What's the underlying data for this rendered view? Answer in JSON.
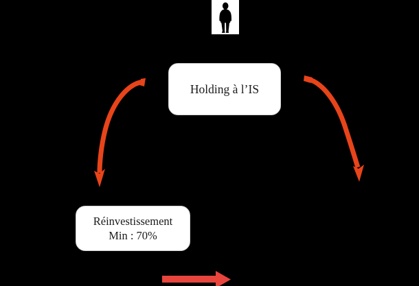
{
  "diagram": {
    "background_color": "#000000",
    "title": "",
    "nodes": [
      {
        "id": "shareholder",
        "type": "person-silhouette-icon",
        "label": "",
        "icon": "person-icon",
        "plate_color": "#ffffff",
        "figure_color": "#000000"
      },
      {
        "id": "holding",
        "type": "rounded-box",
        "lines": [
          "Holding à l’IS"
        ],
        "fill": "#ffffff",
        "border": "#d4d4d4",
        "text_color": "#1a1a1a"
      },
      {
        "id": "reinvestment",
        "type": "rounded-box",
        "lines": [
          "Réinvestissement",
          "Min : 70%"
        ],
        "fill": "#ffffff",
        "border": "#d4d4d4",
        "text_color": "#1a1a1a"
      }
    ],
    "arrows": [
      {
        "id": "left-curved-arrow",
        "shape": "curved",
        "direction": "down-left",
        "color": "#e8441a",
        "label": ""
      },
      {
        "id": "right-curved-arrow",
        "shape": "curved",
        "direction": "down-right",
        "color": "#e8441a",
        "label": ""
      },
      {
        "id": "bottom-straight-arrow",
        "shape": "straight",
        "direction": "right",
        "color": "#e8453c",
        "label": ""
      }
    ],
    "colors": {
      "background": "#000000",
      "curved_arrow": "#e8441a",
      "straight_arrow": "#e8453c",
      "box_fill": "#ffffff",
      "box_text": "#1a1a1a"
    }
  }
}
